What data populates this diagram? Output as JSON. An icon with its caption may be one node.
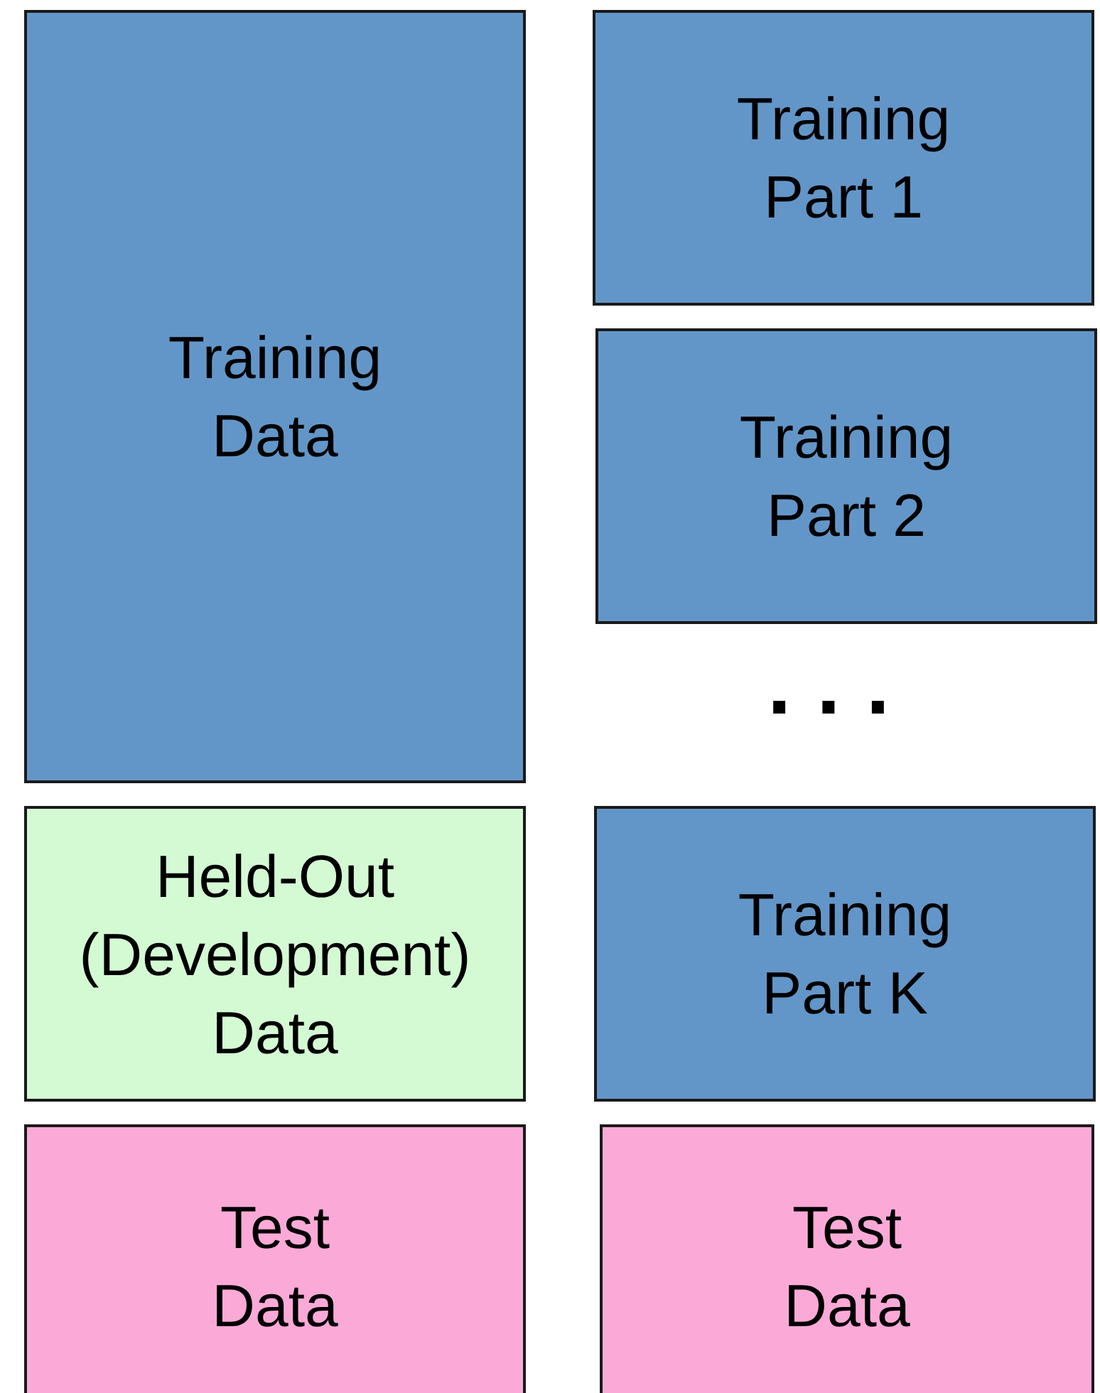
{
  "diagram": {
    "nodes": [
      {
        "text": [
          "Training Data"
        ]
      },
      {
        "text": [
          "Held-Out (Development) Data"
        ]
      },
      {
        "text": [
          "Test Data"
        ]
      },
      {
        "text": [
          "Training Part 1"
        ]
      },
      {
        "text": [
          "Training Part 2"
        ]
      },
      {
        "text": [
          "Training Part K"
        ]
      },
      {
        "text": [
          "Test Data"
        ]
      }
    ],
    "labels": [
      "..."
    ]
  }
}
